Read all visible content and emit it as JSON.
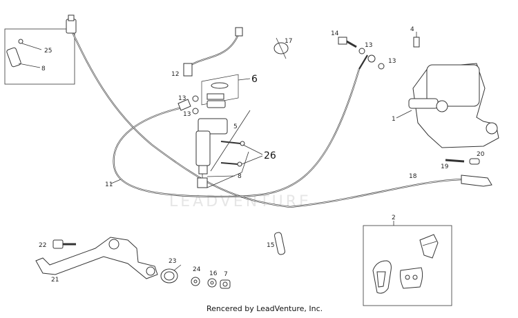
{
  "watermark": "LEADVENTURE",
  "footer": "Rencered by LeadVenture, Inc.",
  "callouts": {
    "c1": "1",
    "c2": "2",
    "c4": "4",
    "c5": "5",
    "c6": "6",
    "c7": "7",
    "c8a": "8",
    "c8b": "8",
    "c11": "11",
    "c12": "12",
    "c13a": "13",
    "c13b": "13",
    "c13c": "13",
    "c13d": "13",
    "c14": "14",
    "c15": "15",
    "c16": "16",
    "c17": "17",
    "c18": "18",
    "c19": "19",
    "c20": "20",
    "c21": "21",
    "c22": "22",
    "c23": "23",
    "c24": "24",
    "c25": "25",
    "c26": "26"
  }
}
